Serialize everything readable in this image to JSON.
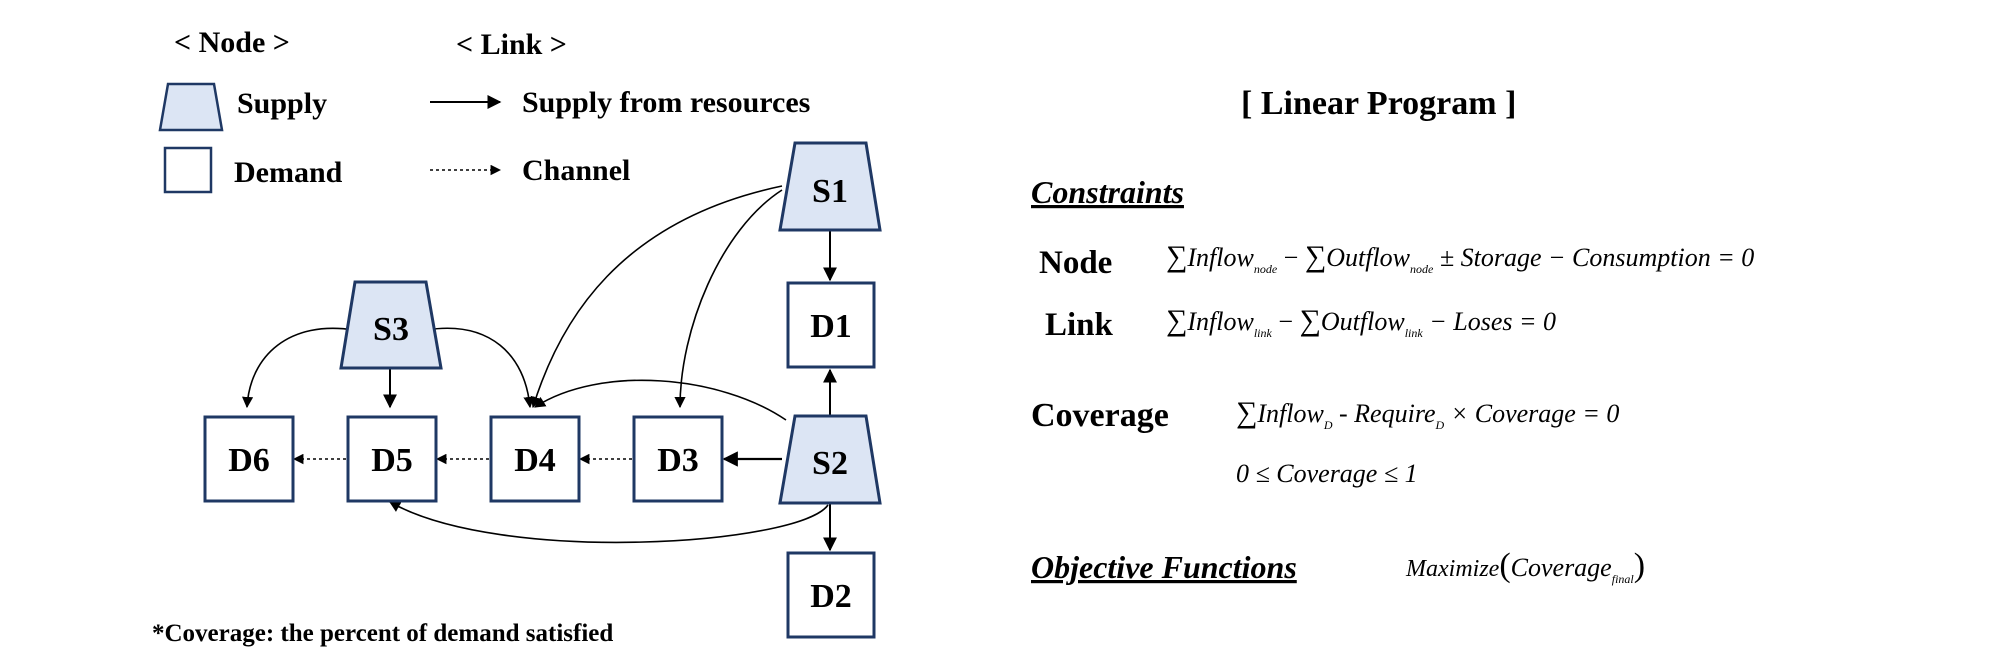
{
  "legend": {
    "node_header": "< Node >",
    "link_header": "< Link >",
    "supply_label": "Supply",
    "demand_label": "Demand",
    "supply_link_label": "Supply  from resources",
    "channel_label": "Channel"
  },
  "colors": {
    "supply_fill": "#dce5f4",
    "node_stroke": "#1f3864",
    "line": "#000000"
  },
  "nodes": {
    "S1": "S1",
    "S2": "S2",
    "S3": "S3",
    "D1": "D1",
    "D2": "D2",
    "D3": "D3",
    "D4": "D4",
    "D5": "D5",
    "D6": "D6"
  },
  "footnote": "*Coverage: the percent of demand  satisfied",
  "linear_program": {
    "title": "[ Linear Program ]",
    "constraints_heading": "Constraints",
    "node_label": "Node",
    "node_eq": {
      "sum1": "∑",
      "inflow": "Inflow",
      "inflow_sub": "node",
      "minus1": " − ",
      "sum2": "∑",
      "outflow": "Outflow",
      "outflow_sub": "node",
      "rest": " ± Storage − Consumption = 0"
    },
    "link_label": "Link",
    "link_eq": {
      "sum1": "∑",
      "inflow": "Inflow",
      "inflow_sub": "link",
      "minus1": " − ",
      "sum2": "∑",
      "outflow": "Outflow",
      "outflow_sub": "link",
      "rest": " − Loses = 0"
    },
    "coverage_label": "Coverage",
    "coverage_eq": {
      "sum": "∑",
      "inflow": "Inflow",
      "inflow_sub": "D",
      "mid": " - Require",
      "require_sub": "D",
      "rest": " × Coverage = 0"
    },
    "coverage_bound": "0 ≤ Coverage ≤ 1",
    "objective_heading": "Objective  Functions",
    "objective_eq": {
      "maximize": "Maximize",
      "open": "(",
      "coverage": "Coverage",
      "sub": "final",
      "close": ")"
    }
  }
}
